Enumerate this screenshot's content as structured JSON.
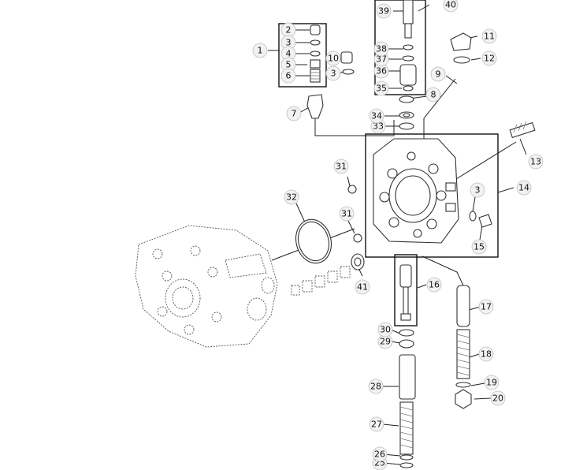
{
  "callouts": [
    {
      "id": "1",
      "label": "1"
    },
    {
      "id": "2",
      "label": "2"
    },
    {
      "id": "3a",
      "label": "3"
    },
    {
      "id": "4",
      "label": "4"
    },
    {
      "id": "5",
      "label": "5"
    },
    {
      "id": "6",
      "label": "6"
    },
    {
      "id": "7",
      "label": "7"
    },
    {
      "id": "8",
      "label": "8"
    },
    {
      "id": "9",
      "label": "9"
    },
    {
      "id": "10",
      "label": "10"
    },
    {
      "id": "3b",
      "label": "3"
    },
    {
      "id": "11",
      "label": "11"
    },
    {
      "id": "12",
      "label": "12"
    },
    {
      "id": "13",
      "label": "13"
    },
    {
      "id": "14",
      "label": "14"
    },
    {
      "id": "3c",
      "label": "3"
    },
    {
      "id": "15",
      "label": "15"
    },
    {
      "id": "16",
      "label": "16"
    },
    {
      "id": "17",
      "label": "17"
    },
    {
      "id": "18",
      "label": "18"
    },
    {
      "id": "19",
      "label": "19"
    },
    {
      "id": "20",
      "label": "20"
    },
    {
      "id": "25",
      "label": "25"
    },
    {
      "id": "26",
      "label": "26"
    },
    {
      "id": "27",
      "label": "27"
    },
    {
      "id": "28",
      "label": "28"
    },
    {
      "id": "29",
      "label": "29"
    },
    {
      "id": "30",
      "label": "30"
    },
    {
      "id": "31a",
      "label": "31"
    },
    {
      "id": "31b",
      "label": "31"
    },
    {
      "id": "32",
      "label": "32"
    },
    {
      "id": "33",
      "label": "33"
    },
    {
      "id": "34",
      "label": "34"
    },
    {
      "id": "35",
      "label": "35"
    },
    {
      "id": "36",
      "label": "36"
    },
    {
      "id": "37",
      "label": "37"
    },
    {
      "id": "38",
      "label": "38"
    },
    {
      "id": "39",
      "label": "39"
    },
    {
      "id": "40",
      "label": "40"
    },
    {
      "id": "41",
      "label": "41"
    }
  ]
}
